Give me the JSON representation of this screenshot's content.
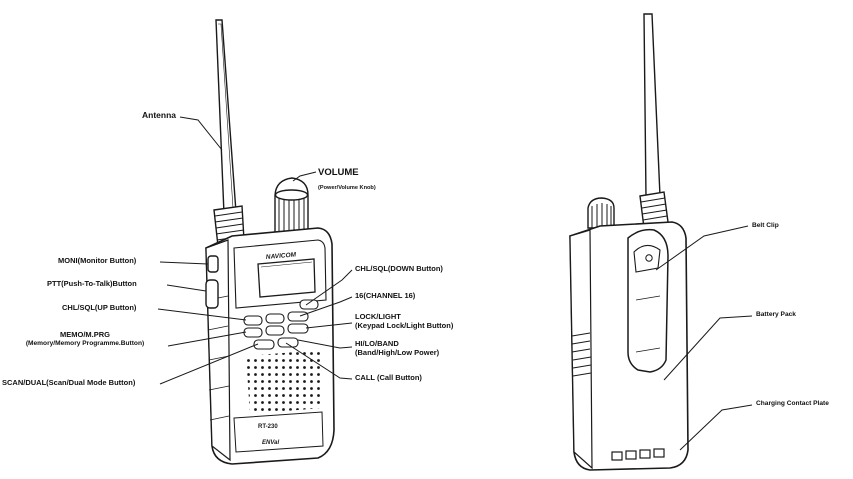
{
  "labels": {
    "antenna": "Antenna",
    "volume": "VOLUME",
    "volume_sub": "(Power/Volume Knob)",
    "moni": "MONI(Monitor Button)",
    "ptt": "PTT(Push-To-Talk)Button",
    "chl_up": "CHL/SQL(UP Button)",
    "memo": "MEMO/M.PRG",
    "memo_sub": "(Memory/Memory Programme.Button)",
    "scan": "SCAN/DUAL(Scan/Dual Mode Button)",
    "chl_down": "CHL/SQL(DOWN Button)",
    "ch16": "16(CHANNEL 16)",
    "lock": "LOCK/LIGHT",
    "lock_sub": "(Keypad Lock/Light Button)",
    "hilo": "HI/LO/BAND",
    "hilo_sub": "(Band/High/Low Power)",
    "call": "CALL (Call Button)",
    "belt_clip": "Belt Clip",
    "battery_pack": "Battery Pack",
    "charging": "Charging Contact Plate"
  },
  "device": {
    "brand": "NAVICOM",
    "model": "RT-230",
    "logo_text": "ENVal"
  },
  "colors": {
    "ink": "#1a1a1a",
    "line": "#222222",
    "fill": "#ffffff",
    "shade": "#cfcfcf"
  }
}
